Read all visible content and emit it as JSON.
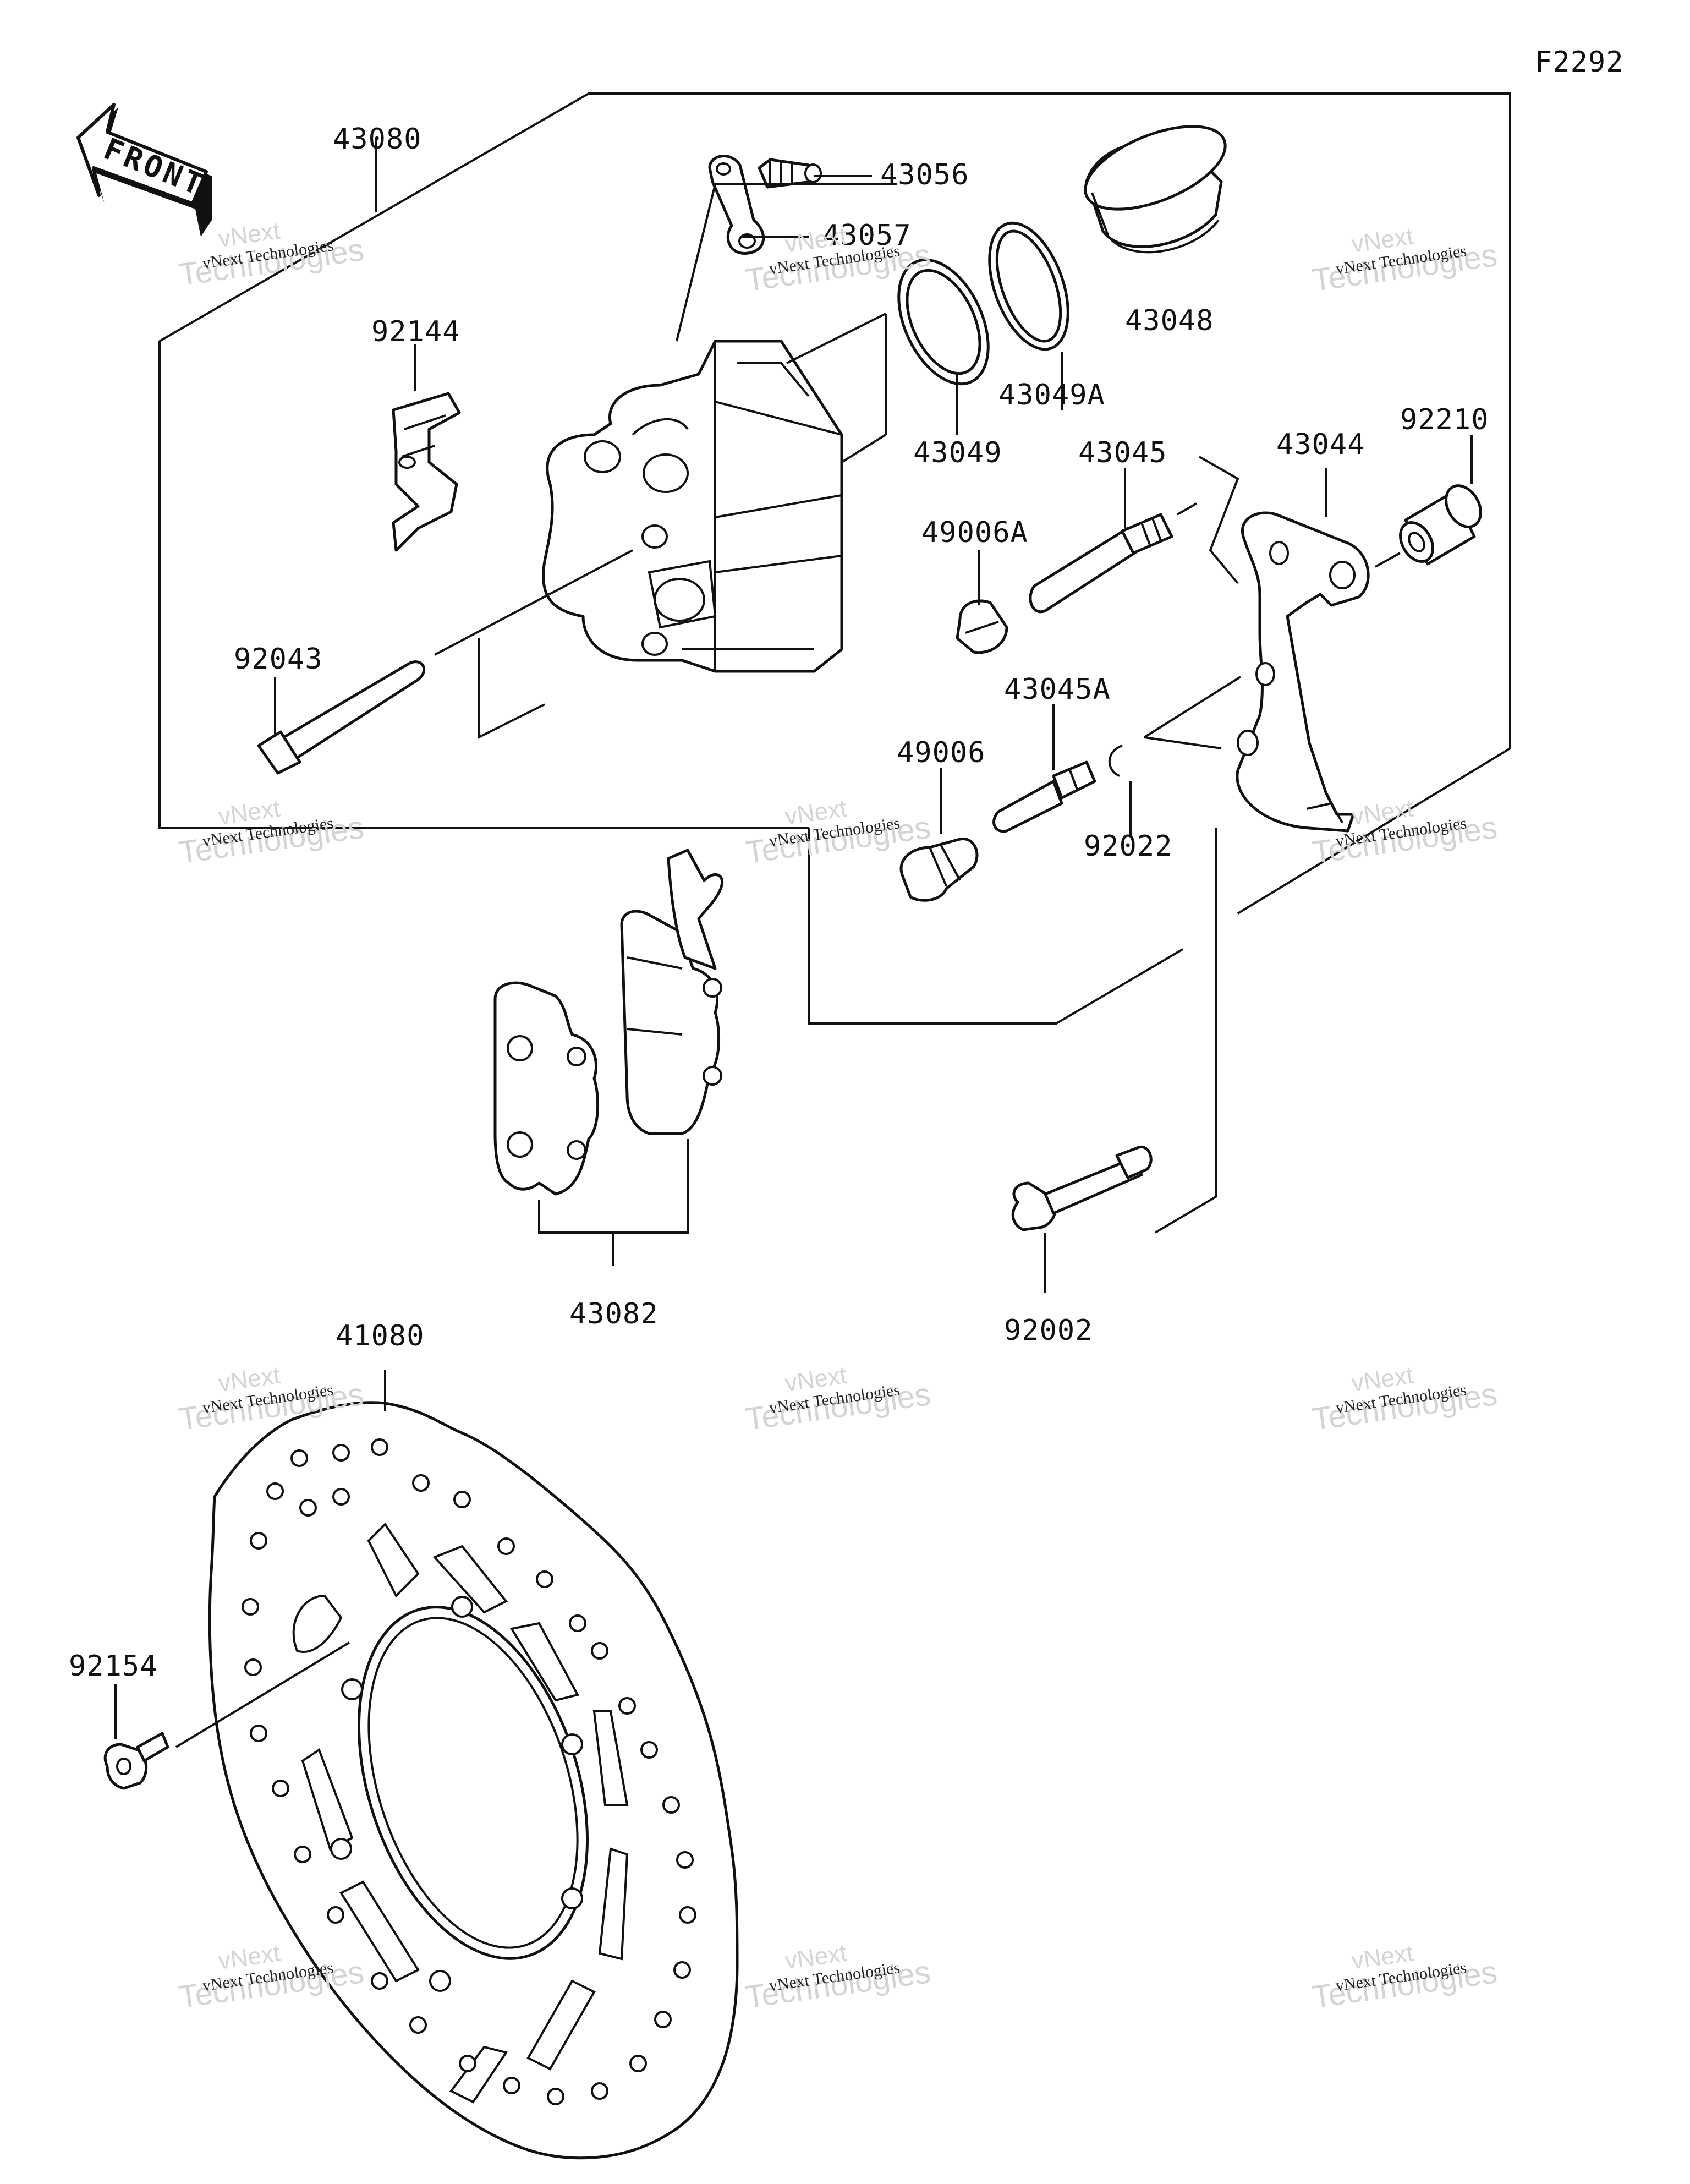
{
  "diagram_code": "F2292",
  "front_arrow_text": "FRONT",
  "parts": {
    "p43080": "43080",
    "p43056": "43056",
    "p43057": "43057",
    "p43048": "43048",
    "p43049A": "43049A",
    "p43049": "43049",
    "p92144": "92144",
    "p43045": "43045",
    "p43044": "43044",
    "p92210": "92210",
    "p49006A": "49006A",
    "p92043": "92043",
    "p43045A": "43045A",
    "p49006": "49006",
    "p92022": "92022",
    "p43082": "43082",
    "p92002": "92002",
    "p41080": "41080",
    "p92154": "92154"
  },
  "watermark": {
    "line1": "vNext Technologies",
    "line2": "Technologies",
    "line3": "vNext"
  }
}
